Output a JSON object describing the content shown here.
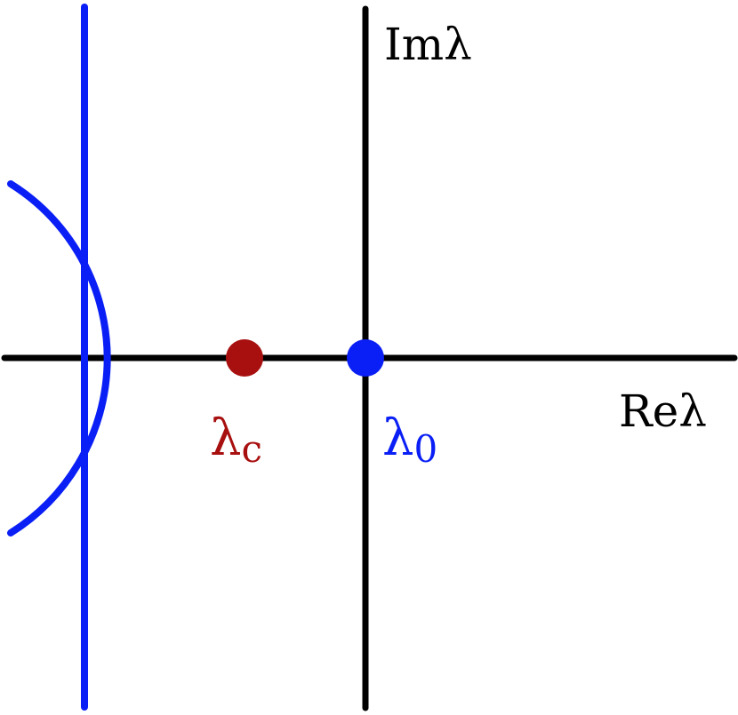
{
  "colors": {
    "axis": "#000000",
    "spectrum": "#0a1ff5",
    "lambda_c": "#a81010",
    "lambda_0": "#0a1ff5"
  },
  "labels": {
    "imaginary_axis": "Imλ",
    "real_axis": "Reλ",
    "lambda_c_symbol": "λ",
    "lambda_c_sub": "c",
    "lambda_0_symbol": "λ",
    "lambda_0_sub": "0"
  }
}
